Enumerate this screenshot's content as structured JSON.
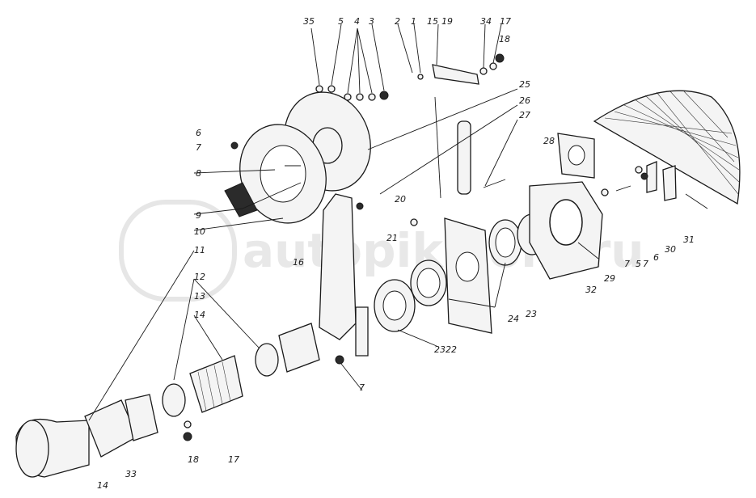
{
  "watermark": {
    "text": "autopik.com.ru"
  },
  "labels": {
    "l35": "35",
    "l5a": "5",
    "l4": "4",
    "l3": "3",
    "l2": "2",
    "l1": "1",
    "l15a": "15",
    "l19": "19",
    "l34": "34",
    "l17a": "17",
    "l18a": "18",
    "l25": "25",
    "l26": "26",
    "l27": "27",
    "l28": "28",
    "l6a": "6",
    "l7a": "7",
    "l8": "8",
    "l9": "9",
    "l10": "10",
    "l11": "11",
    "l12": "12",
    "l13": "13",
    "l14a": "14",
    "l16": "16",
    "l20": "20",
    "l21": "21",
    "l7b": "7",
    "l2322": "2322",
    "l24": "24",
    "l23": "23",
    "l32": "32",
    "l29": "29",
    "l7c": "7",
    "l5b": "5",
    "l7d": "7",
    "l6b": "6",
    "l30": "30",
    "l31": "31",
    "l14b": "14",
    "l33": "33",
    "l18b": "18",
    "l17b": "17"
  },
  "colors": {
    "ink": "#1a1a1a",
    "paper": "#ffffff",
    "watermark": "#e8e8e8"
  }
}
